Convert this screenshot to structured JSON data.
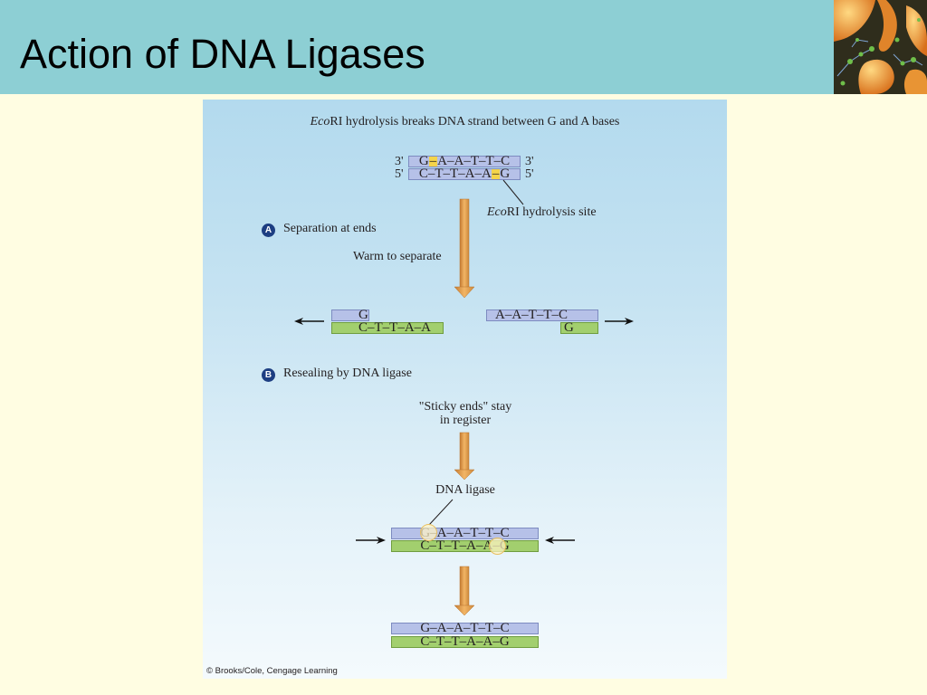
{
  "slide": {
    "title": "Action of DNA Ligases"
  },
  "figure": {
    "heading": {
      "italic": "Eco",
      "rest": "RI hydrolysis breaks DNA strand between G and A bases"
    },
    "original_duplex": {
      "top_left_end": "3'",
      "top_right_end": "3'",
      "bottom_left_end": "5'",
      "bottom_right_end": "5'",
      "top_strand": {
        "before_cut": "G",
        "cut": "–",
        "after_cut": "A–A–T–T–C"
      },
      "bottom_strand": {
        "before_cut": "C–T–T–A–A",
        "cut": "–",
        "after_cut": "G"
      }
    },
    "site_label": {
      "italic": "Eco",
      "rest": "RI hydrolysis site"
    },
    "step_a": {
      "badge": "A",
      "title": "Separation at ends",
      "note": "Warm to separate"
    },
    "separated": {
      "left": {
        "top_strand": "G",
        "bottom_strand": "C–T–T–A–A"
      },
      "right": {
        "top_strand": "A–A–T–T–C",
        "bottom_strand": "G"
      }
    },
    "step_b": {
      "badge": "B",
      "title": "Resealing by DNA ligase",
      "note_lines": [
        "\"Sticky ends\" stay",
        "in register"
      ]
    },
    "enzyme_label": "DNA ligase",
    "annealed_duplex": {
      "top_strand": "G–A–A–T–T–C",
      "bottom_strand": "C–T–T–A–A–G"
    },
    "sealed_duplex": {
      "top_strand": "G–A–A–T–T–C",
      "bottom_strand": "C–T–T–A–A–G"
    },
    "credit": "© Brooks/Cole, Cengage Learning"
  },
  "colors": {
    "title_bar": "#8dcfd4",
    "slide_background": "#fffde2",
    "strand_blue": "#b6c1e8",
    "strand_green": "#a2cf6e",
    "cut_highlight": "#f4d44a",
    "badge": "#1d3e82",
    "process_arrow": "#f2b565"
  }
}
